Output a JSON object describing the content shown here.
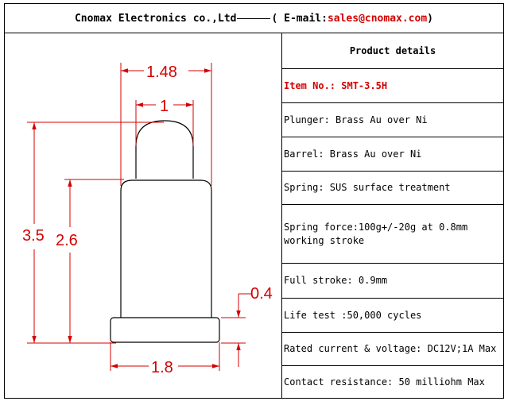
{
  "header": {
    "company": "Cnomax Electronics co.,Ltd",
    "email_label": "( E-mail: ",
    "email": "sales@cnomax.com",
    "email_close": ")"
  },
  "drawing": {
    "dimensions": {
      "width_top": "1.48",
      "plunger_width": "1",
      "total_height": "3.5",
      "barrel_height": "2.6",
      "flange_thickness": "0.4",
      "flange_width": "1.8"
    },
    "color": "#d40000"
  },
  "table": {
    "title": "Product details",
    "item_no": "Item No.:  SMT-3.5H",
    "rows": [
      "Plunger: Brass Au over Ni",
      "Barrel: Brass Au over Ni",
      "Spring: SUS surface treatment",
      "Spring force:100g+/-20g at 0.8mm working stroke",
      "Full stroke: 0.9mm",
      "Life test :50,000 cycles",
      "Rated current & voltage: DC12V;1A Max",
      "Contact resistance: 50 milliohm Max"
    ]
  }
}
